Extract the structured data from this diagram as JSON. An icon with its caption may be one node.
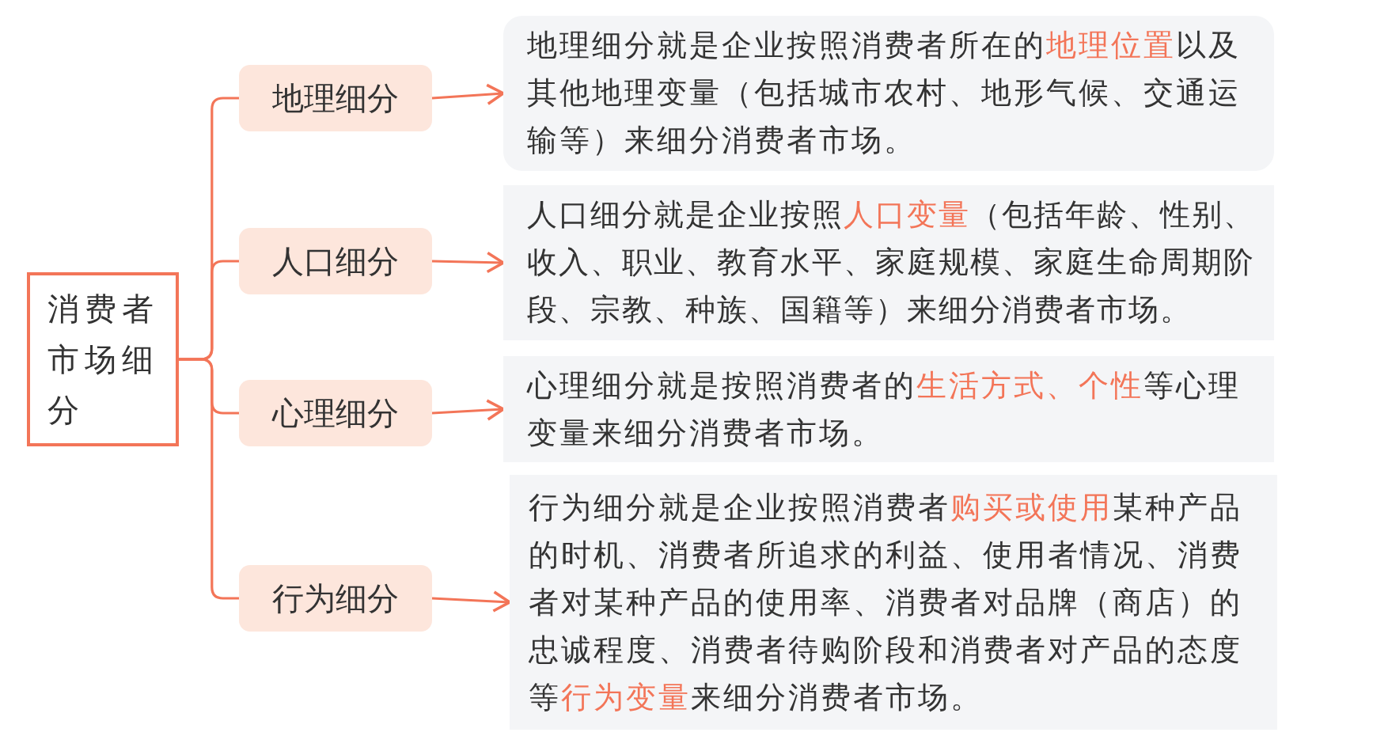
{
  "diagram": {
    "nodes": [
      {
        "text": [
          "消费者市场细分"
        ]
      },
      {
        "text": [
          "地理细分"
        ]
      },
      {
        "text": [
          "地理细分就是企业按照消费者所在的**地理位置**以及其他地理变量（包括城市农村、地形气候、交通运输等）来细分消费者市场。"
        ]
      },
      {
        "text": [
          "人口细分"
        ]
      },
      {
        "text": [
          "人口细分就是企业按照**人口变量**（包括年龄、性别、收入、职业、教育水平、家庭规模、家庭生命周期阶段、宗教、种族、国籍等）来细分消费者市场。"
        ]
      },
      {
        "text": [
          "心理细分"
        ]
      },
      {
        "text": [
          "心理细分就是按照消费者的**生活方式、个性**等心理变量来细分消费者市场。"
        ]
      },
      {
        "text": [
          "行为细分"
        ]
      },
      {
        "text": [
          "行为细分就是企业按照消费者**购买或使用**某种产品的时机、消费者所追求的利益、使用者情况、消费者对某种产品的使用率、消费者对品牌（商店）的忠诚程度、消费者待购阶段和消费者对产品的态度等**行为变量**来细分消费者市场。"
        ]
      }
    ],
    "edges": [
      {
        "from": 0,
        "to": 1,
        "arrow": "none"
      },
      {
        "from": 0,
        "to": 3,
        "arrow": "none"
      },
      {
        "from": 0,
        "to": 5,
        "arrow": "none"
      },
      {
        "from": 0,
        "to": 7,
        "arrow": "none"
      },
      {
        "from": 1,
        "to": 2,
        "arrow": "to"
      },
      {
        "from": 3,
        "to": 4,
        "arrow": "to"
      },
      {
        "from": 5,
        "to": 6,
        "arrow": "to"
      },
      {
        "from": 7,
        "to": 8,
        "arrow": "to"
      }
    ]
  }
}
